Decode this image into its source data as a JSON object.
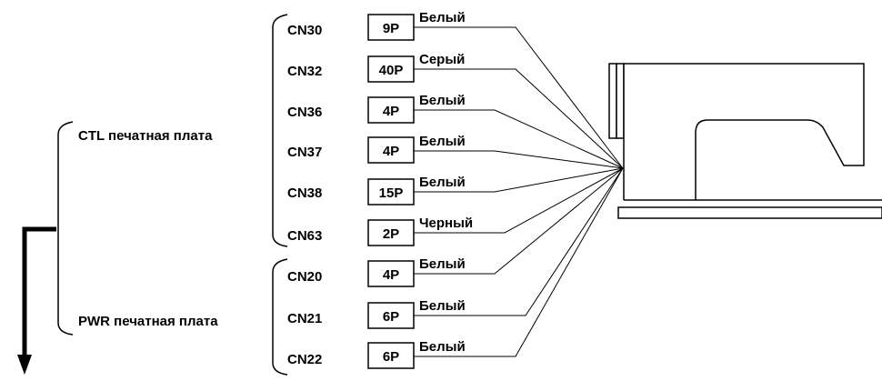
{
  "groups": [
    {
      "label": "CTL печатная плата"
    },
    {
      "label": "PWR печатная плата"
    }
  ],
  "connectors": [
    {
      "name": "CN30",
      "pins": "9P",
      "color_label": "Белый"
    },
    {
      "name": "CN32",
      "pins": "40P",
      "color_label": "Серый"
    },
    {
      "name": "CN36",
      "pins": "4P",
      "color_label": "Белый"
    },
    {
      "name": "CN37",
      "pins": "4P",
      "color_label": "Белый"
    },
    {
      "name": "CN38",
      "pins": "15P",
      "color_label": "Белый"
    },
    {
      "name": "CN63",
      "pins": "2P",
      "color_label": "Черный"
    },
    {
      "name": "CN20",
      "pins": "4P",
      "color_label": "Белый"
    },
    {
      "name": "CN21",
      "pins": "6P",
      "color_label": "Белый"
    },
    {
      "name": "CN22",
      "pins": "6P",
      "color_label": "Белый"
    }
  ]
}
